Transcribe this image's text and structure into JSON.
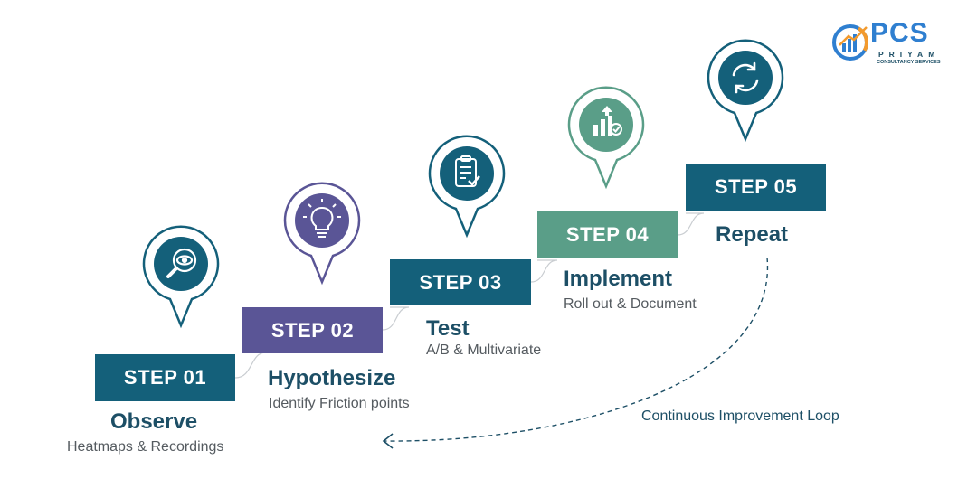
{
  "logo": {
    "mark": "PCS",
    "line1": "PRIYAM",
    "line2": "CONSULTANCY SERVICES"
  },
  "loop_label": "Continuous Improvement Loop",
  "steps": [
    {
      "label": "STEP 01",
      "title": "Observe",
      "subtitle": "Heatmaps & Recordings",
      "color": "#14607a",
      "icon": "magnifier-eye-icon"
    },
    {
      "label": "STEP 02",
      "title": "Hypothesize",
      "subtitle": "Identify Friction points",
      "color": "#5a5596",
      "icon": "lightbulb-icon"
    },
    {
      "label": "STEP 03",
      "title": "Test",
      "subtitle": "A/B & Multivariate",
      "color": "#14607a",
      "icon": "clipboard-check-icon"
    },
    {
      "label": "STEP 04",
      "title": "Implement",
      "subtitle": "Roll out & Document",
      "color": "#5a9e88",
      "icon": "growth-chart-icon"
    },
    {
      "label": "STEP 05",
      "title": "Repeat",
      "subtitle": "",
      "color": "#14607a",
      "icon": "refresh-cycle-icon"
    }
  ]
}
